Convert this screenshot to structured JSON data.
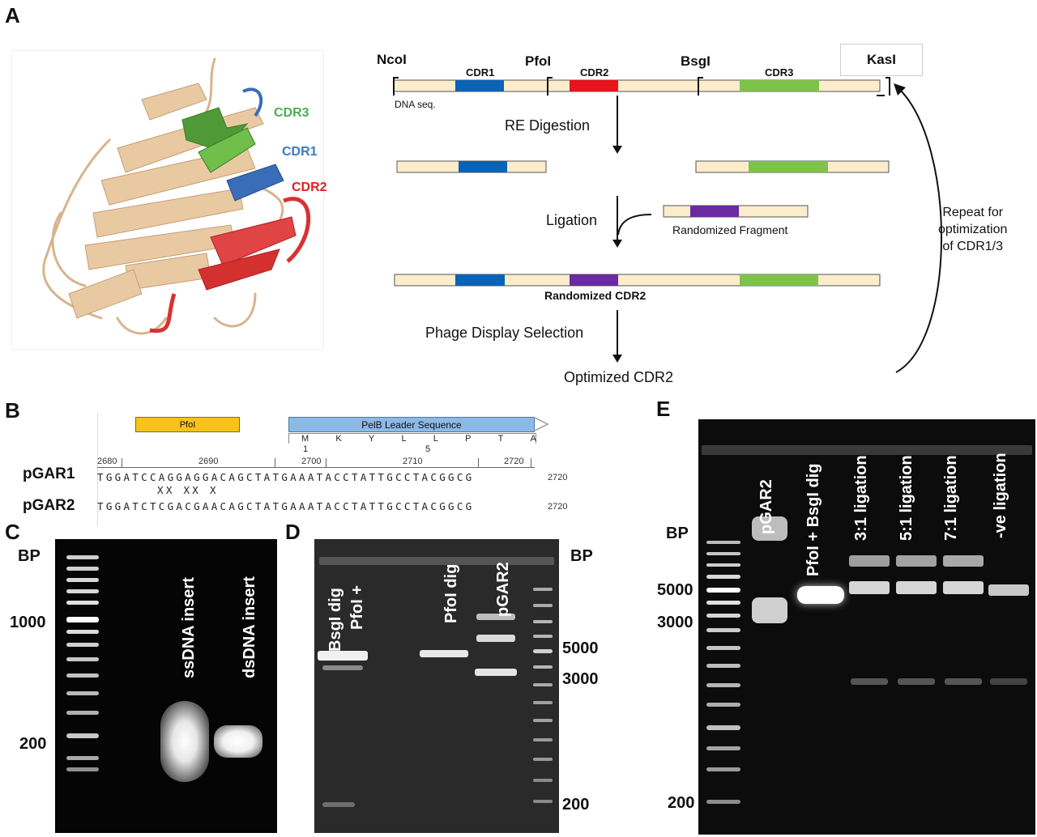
{
  "panels": {
    "a": "A",
    "b": "B",
    "c": "C",
    "d": "D",
    "e": "E"
  },
  "panel_a": {
    "protein_labels": {
      "cdr3": "CDR3",
      "cdr1": "CDR1",
      "cdr2": "CDR2"
    },
    "sites": {
      "ncoi": "NcoI",
      "pfoi": "PfoI",
      "bsgi": "BsgI",
      "kasi": "KasI"
    },
    "segments": {
      "cdr1": "CDR1",
      "cdr2": "CDR2",
      "cdr3": "CDR3"
    },
    "dna_seq": "DNA seq.",
    "steps": {
      "re_digestion": "RE Digestion",
      "ligation": "Ligation",
      "randomized_fragment": "Randomized Fragment",
      "randomized_cdr2": "Randomized CDR2",
      "phage_display": "Phage Display Selection",
      "optimized": "Optimized CDR2",
      "repeat": [
        "Repeat for",
        "optimization",
        "of CDR1/3"
      ]
    },
    "colors": {
      "cream": "#fbeccb",
      "cdr1": "#0a63b4",
      "cdr2": "#e8141b",
      "cdr3": "#7fc24a",
      "random": "#6a2aa0"
    }
  },
  "panel_b": {
    "feature_pfoi": "PfoI",
    "feature_pelb": "PelB Leader Sequence",
    "amino_acids": [
      "M",
      "K",
      "Y",
      "L",
      "L",
      "P",
      "T",
      "A"
    ],
    "aa_index": [
      "1",
      "5"
    ],
    "ticks": [
      "2680",
      "2690",
      "2700",
      "2710",
      "2720"
    ],
    "rows": [
      {
        "name": "pGAR1",
        "seq": "TGGATCCAGGAGGACAGCTATGAAATACCTATTGCCTACGGCG",
        "end": "2720"
      },
      {
        "name": "pGAR2",
        "seq": "TGGATCTCGACGAACAGCTATGAAATACCTATTGCCTACGGCG",
        "end": "2720"
      }
    ],
    "mismatch": "XX XX X"
  },
  "panel_c": {
    "bp_title": "BP",
    "markers": [
      "1000",
      "200"
    ],
    "lanes": [
      "ssDNA insert",
      "dsDNA insert"
    ]
  },
  "panel_d": {
    "bp_title": "BP",
    "markers": [
      "5000",
      "3000",
      "200"
    ],
    "lanes": [
      "PfoI +",
      "BsgI dig",
      "PfoI dig",
      "pGAR2"
    ]
  },
  "panel_e": {
    "bp_title": "BP",
    "markers": [
      "5000",
      "3000",
      "200"
    ],
    "lanes": [
      "pGAR2",
      "PfoI + BsgI dig",
      "3:1 ligation",
      "5:1 ligation",
      "7:1 ligation",
      "-ve ligation"
    ]
  }
}
